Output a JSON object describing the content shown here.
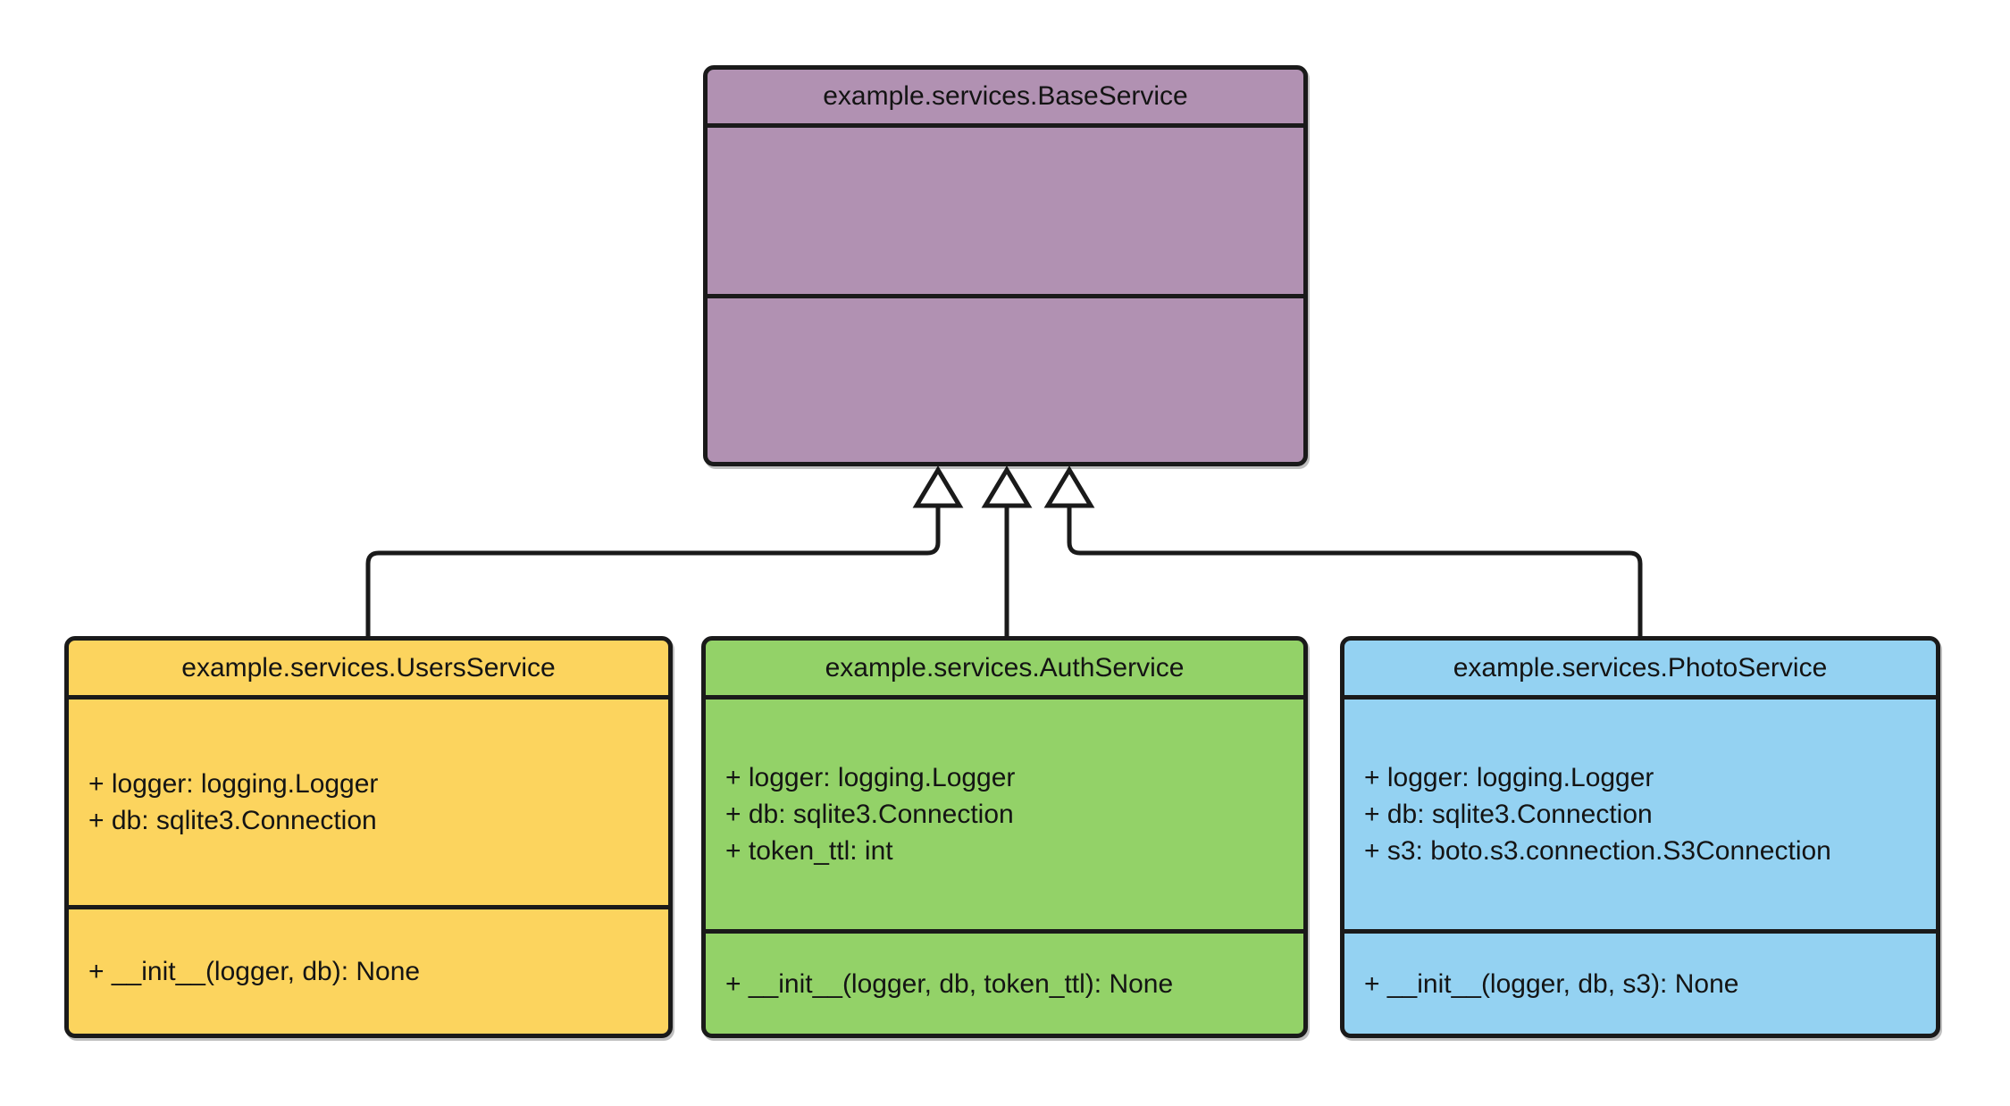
{
  "diagram": {
    "kind": "uml-class-diagram",
    "background_color": "#ffffff",
    "line_color": "#1a1a1a",
    "classes": [
      {
        "name": "example.services.BaseService",
        "fill": "#b191b2",
        "attributes": [],
        "methods": []
      },
      {
        "name": "example.services.UsersService",
        "fill": "#fcd45e",
        "attributes": [
          "+ logger: logging.Logger",
          "+ db: sqlite3.Connection"
        ],
        "methods": [
          "+ __init__(logger, db): None"
        ]
      },
      {
        "name": "example.services.AuthService",
        "fill": "#93d268",
        "attributes": [
          "+ logger: logging.Logger",
          "+ db: sqlite3.Connection",
          "+ token_ttl: int"
        ],
        "methods": [
          "+ __init__(logger, db, token_ttl): None"
        ]
      },
      {
        "name": "example.services.PhotoService",
        "fill": "#94d2f2",
        "attributes": [
          "+ logger: logging.Logger",
          "+ db: sqlite3.Connection",
          "+ s3: boto.s3.connection.S3Connection"
        ],
        "methods": [
          "+ __init__(logger, db, s3): None"
        ]
      }
    ],
    "relationships": [
      {
        "from": "example.services.UsersService",
        "to": "example.services.BaseService",
        "type": "inheritance",
        "arrow": "hollow-triangle"
      },
      {
        "from": "example.services.AuthService",
        "to": "example.services.BaseService",
        "type": "inheritance",
        "arrow": "hollow-triangle"
      },
      {
        "from": "example.services.PhotoService",
        "to": "example.services.BaseService",
        "type": "inheritance",
        "arrow": "hollow-triangle"
      }
    ]
  }
}
